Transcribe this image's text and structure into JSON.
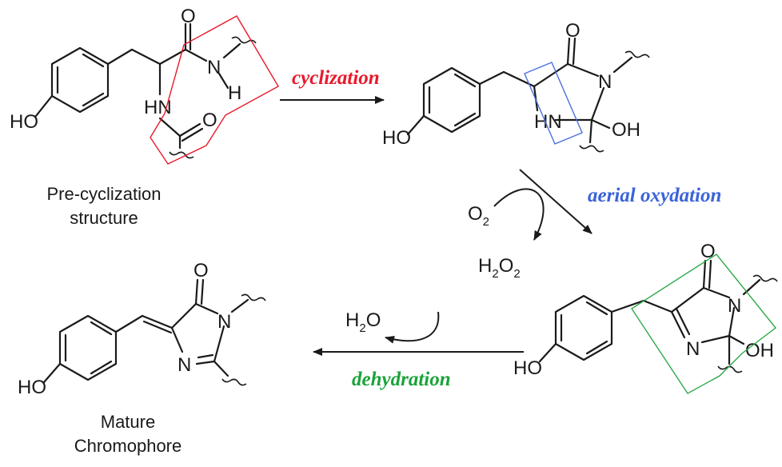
{
  "atoms": {
    "O": "O",
    "N": "N",
    "H": "H",
    "HN": "HN",
    "HO": "HO",
    "OH": "OH"
  },
  "reagents": {
    "o2_main": "O",
    "o2_sub": "2",
    "h2o2_h": "H",
    "h2o2_h_sub": "2",
    "h2o2_o": "O",
    "h2o2_o_sub": "2",
    "h2o_h": "H",
    "h2o_sub": "2",
    "h2o_o": "O"
  },
  "steps": {
    "cyclization": "cyclization",
    "aerial_oxydation": "aerial oxydation",
    "dehydration": "dehydration"
  },
  "captions": {
    "pre_cyclization_line1": "Pre-cyclization",
    "pre_cyclization_line2": "structure",
    "mature_line1": "Mature",
    "mature_line2": "Chromophore"
  },
  "colors": {
    "cyclization": "#e8192c",
    "aerial_oxydation": "#3a63d8",
    "dehydration": "#1aa33a",
    "red_box": "#e8192c",
    "blue_box": "#4a6fe0",
    "green_box": "#2aa84a"
  }
}
